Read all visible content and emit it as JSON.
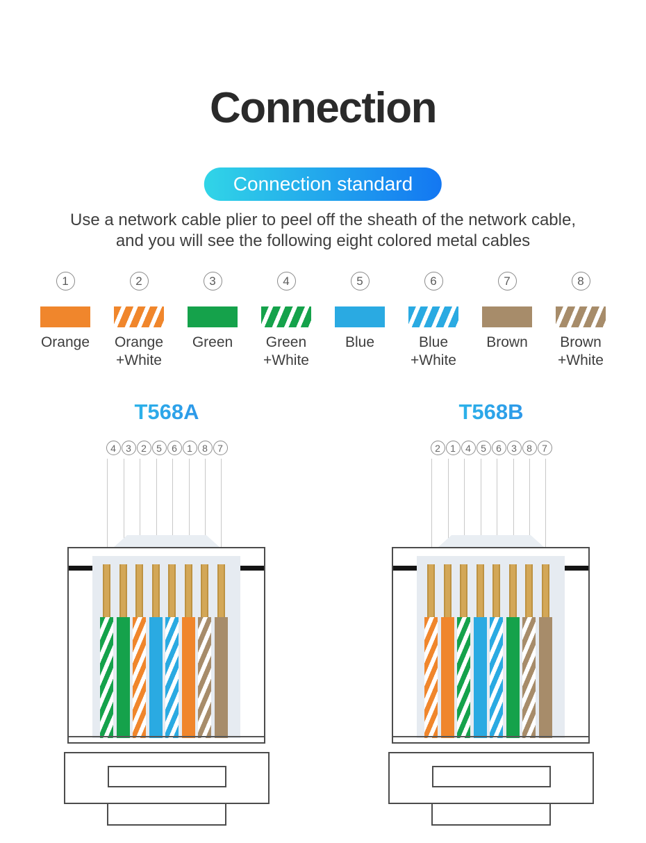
{
  "header": {
    "title": "Connection",
    "badge_label": "Connection standard",
    "description": [
      "Use a network cable plier to peel off the sheath of the network cable,",
      "and you will see the following eight colored metal cables"
    ]
  },
  "colors": {
    "orange": "#F0862C",
    "green": "#15A24B",
    "blue": "#2AAAE2",
    "brown": "#A78C6A",
    "pin_gold": "#D3A757",
    "badge_gradient_start": "#31D5E7",
    "badge_gradient_end": "#1377F2",
    "standard_title_gradient_start": "#2BCFE9",
    "standard_title_gradient_end": "#2E7BE9"
  },
  "legend": {
    "items": [
      {
        "number": "1",
        "color_id": "orange",
        "label": "Orange"
      },
      {
        "number": "2",
        "color_id": "orange-white",
        "label": "Orange\n+White"
      },
      {
        "number": "3",
        "color_id": "green",
        "label": "Green"
      },
      {
        "number": "4",
        "color_id": "green-white",
        "label": "Green\n+White"
      },
      {
        "number": "5",
        "color_id": "blue",
        "label": "Blue"
      },
      {
        "number": "6",
        "color_id": "blue-white",
        "label": "Blue\n+White"
      },
      {
        "number": "7",
        "color_id": "brown",
        "label": "Brown"
      },
      {
        "number": "8",
        "color_id": "brown-white",
        "label": "Brown\n+White"
      }
    ]
  },
  "diagram": {
    "connectors": [
      {
        "standard": "T568A",
        "pin_order": [
          "4",
          "3",
          "2",
          "5",
          "6",
          "1",
          "8",
          "7"
        ],
        "wires": [
          "green-white",
          "green",
          "orange-white",
          "blue",
          "blue-white",
          "orange",
          "brown-white",
          "brown"
        ]
      },
      {
        "standard": "T568B",
        "pin_order": [
          "2",
          "1",
          "4",
          "5",
          "6",
          "3",
          "8",
          "7"
        ],
        "wires": [
          "orange-white",
          "orange",
          "green-white",
          "blue",
          "blue-white",
          "green",
          "brown-white",
          "brown"
        ]
      }
    ]
  }
}
